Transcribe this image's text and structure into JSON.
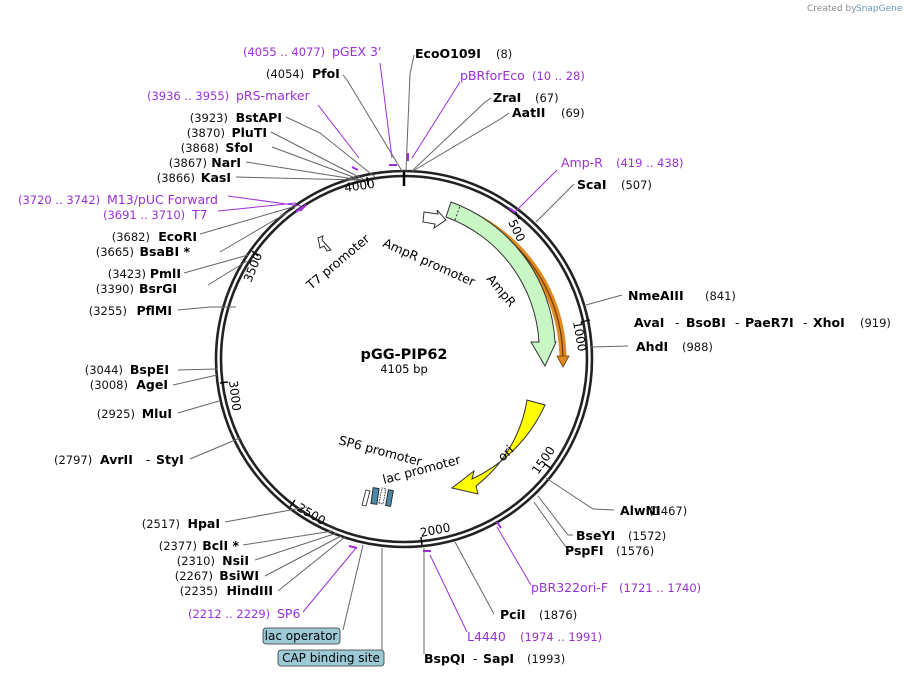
{
  "credit": {
    "created_by": "Created by",
    "app": "SnapGene"
  },
  "plasmid": {
    "name": "pGG-PIP62",
    "length": "4105 bp"
  },
  "tick_labels": [
    "500",
    "1000",
    "1500",
    "2000",
    "2500",
    "3000",
    "3500",
    "4000"
  ],
  "enzymes": [
    {
      "name": "EcoO109I",
      "pos": "(8)"
    },
    {
      "name": "ZraI",
      "pos": "(67)"
    },
    {
      "name": "AatII",
      "pos": "(69)"
    },
    {
      "name": "ScaI",
      "pos": "(507)"
    },
    {
      "name": "NmeAIII",
      "pos": "(841)"
    },
    {
      "name": "AvaI",
      "pos": "(919)"
    },
    {
      "name": "BsoBI",
      "pos": ""
    },
    {
      "name": "PaeR7I",
      "pos": ""
    },
    {
      "name": "XhoI",
      "pos": ""
    },
    {
      "name": "AhdI",
      "pos": "(988)"
    },
    {
      "name": "AlwNI",
      "pos": "(1467)"
    },
    {
      "name": "BseYI",
      "pos": "(1572)"
    },
    {
      "name": "PspFI",
      "pos": "(1576)"
    },
    {
      "name": "PciI",
      "pos": "(1876)"
    },
    {
      "name": "BspQI",
      "pos": "(1993)"
    },
    {
      "name": "SapI",
      "pos": ""
    },
    {
      "name": "PfoI",
      "pos": "(4054)"
    },
    {
      "name": "BstAPI",
      "pos": "(3923)"
    },
    {
      "name": "PluTI",
      "pos": "(3870)"
    },
    {
      "name": "SfoI",
      "pos": "(3868)"
    },
    {
      "name": "NarI",
      "pos": "(3867)"
    },
    {
      "name": "KasI",
      "pos": "(3866)"
    },
    {
      "name": "EcoRI",
      "pos": "(3682)"
    },
    {
      "name": "BsaBI *",
      "pos": "(3665)"
    },
    {
      "name": "PmlI",
      "pos": "(3423)"
    },
    {
      "name": "BsrGI",
      "pos": "(3390)"
    },
    {
      "name": "PflMI",
      "pos": "(3255)"
    },
    {
      "name": "BspEI",
      "pos": "(3044)"
    },
    {
      "name": "AgeI",
      "pos": "(3008)"
    },
    {
      "name": "MluI",
      "pos": "(2925)"
    },
    {
      "name": "AvrII",
      "pos": "(2797)"
    },
    {
      "name": "StyI",
      "pos": ""
    },
    {
      "name": "HpaI",
      "pos": "(2517)"
    },
    {
      "name": "BclI *",
      "pos": "(2377)"
    },
    {
      "name": "NsiI",
      "pos": "(2310)"
    },
    {
      "name": "BsiWI",
      "pos": "(2267)"
    },
    {
      "name": "HindIII",
      "pos": "(2235)"
    }
  ],
  "primers": [
    {
      "name": "pGEX 3'",
      "pos": "(4055 .. 4077)"
    },
    {
      "name": "pBRforEco",
      "pos": "(10 .. 28)"
    },
    {
      "name": "pRS-marker",
      "pos": "(3936 .. 3955)"
    },
    {
      "name": "Amp-R",
      "pos": "(419 .. 438)"
    },
    {
      "name": "M13/pUC Forward",
      "pos": "(3720 .. 3742)"
    },
    {
      "name": "T7",
      "pos": "(3691 .. 3710)"
    },
    {
      "name": "pBR322ori-F",
      "pos": "(1721 .. 1740)"
    },
    {
      "name": "L4440",
      "pos": "(1974 .. 1991)"
    },
    {
      "name": "SP6",
      "pos": "(2212 .. 2229)"
    }
  ],
  "features": [
    {
      "name": "AmpR promoter"
    },
    {
      "name": "AmpR"
    },
    {
      "name": "ori"
    },
    {
      "name": "T7 promoter"
    },
    {
      "name": "SP6 promoter"
    },
    {
      "name": "lac promoter"
    }
  ],
  "boxed_features": [
    {
      "name": "lac operator"
    },
    {
      "name": "CAP binding site"
    }
  ],
  "colors": {
    "primer": "#9b30d8",
    "ampr_fill": "#c8f7c5",
    "ori_fill": "#ffff00",
    "orange_outline": "#e08a1e",
    "boxed_fill": "#9cc9d6"
  }
}
